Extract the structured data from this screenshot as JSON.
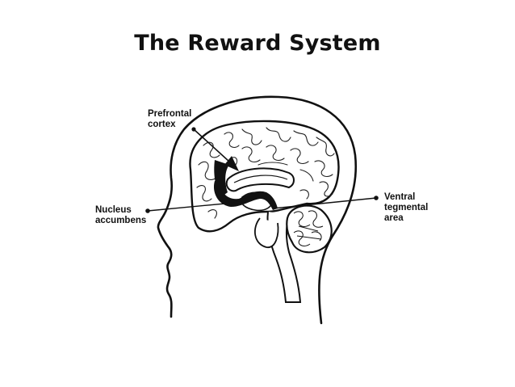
{
  "title": "The Reward System",
  "labels": {
    "prefrontal_cortex": [
      "Prefrontal",
      "cortex"
    ],
    "nucleus_accumbens": [
      "Nucleus",
      "accumbens"
    ],
    "ventral_tegmental_area": [
      "Ventral",
      "tegmental",
      "area"
    ]
  },
  "colors": {
    "line": "#111111",
    "background": "#ffffff"
  }
}
